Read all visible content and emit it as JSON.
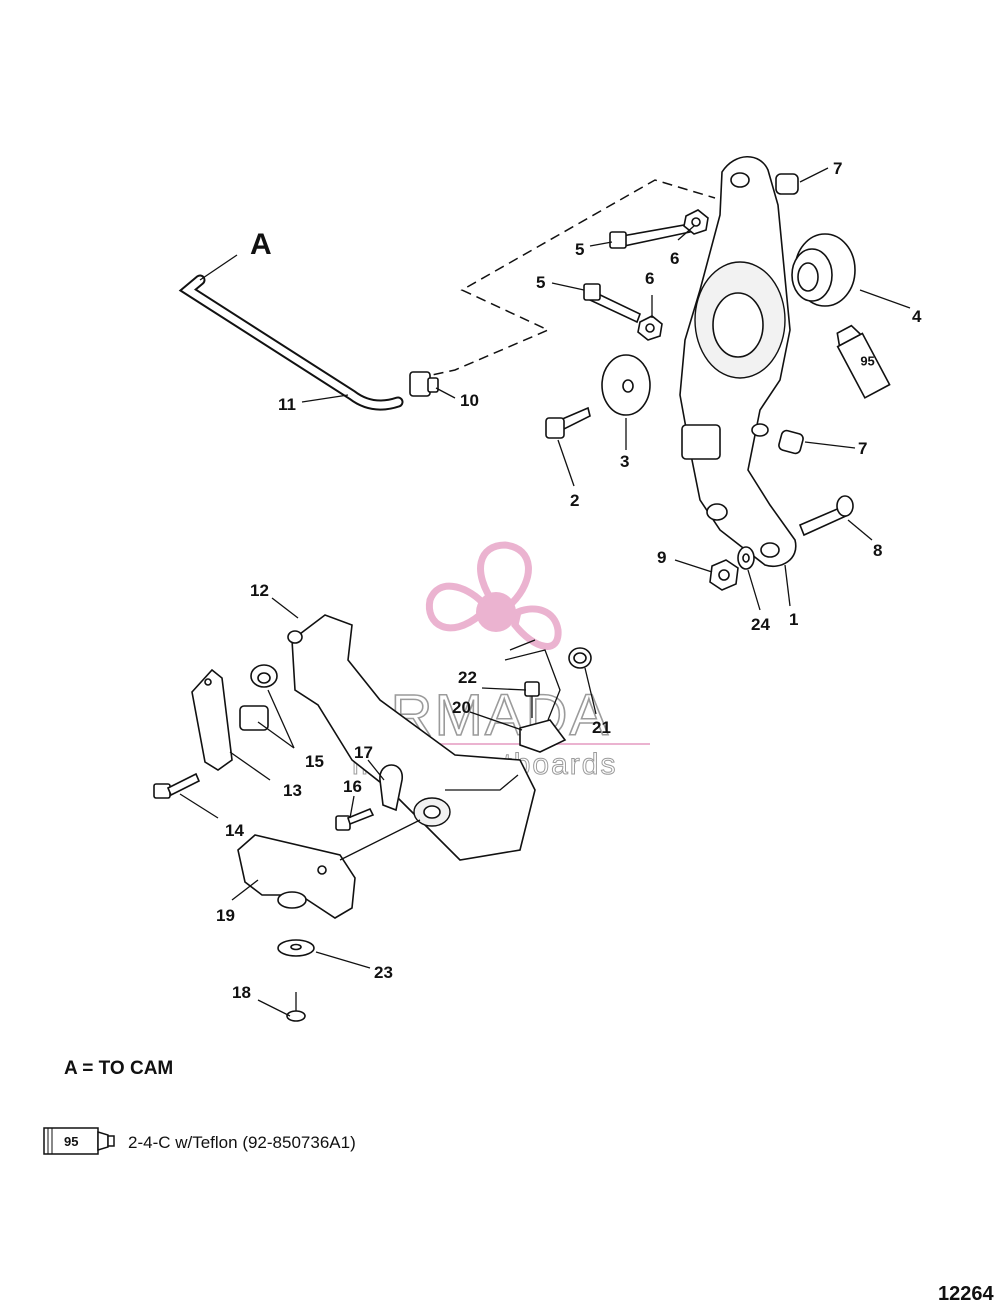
{
  "labels": {
    "A": "A",
    "p1": "1",
    "p2": "2",
    "p3": "3",
    "p4": "4",
    "p5a": "5",
    "p5b": "5",
    "p6a": "6",
    "p6b": "6",
    "p7a": "7",
    "p7b": "7",
    "p8": "8",
    "p9": "9",
    "p10": "10",
    "p11": "11",
    "p12": "12",
    "p13": "13",
    "p14": "14",
    "p15": "15",
    "p16": "16",
    "p17": "17",
    "p18": "18",
    "p19": "19",
    "p20": "20",
    "p21": "21",
    "p22": "22",
    "p23": "23",
    "p24": "24"
  },
  "tube_code": "95",
  "watermark": {
    "brand": "ARMADA",
    "tagline": "marine outboards",
    "color": "#e8a6c8",
    "text_color": "#8a8a8a"
  },
  "note": "A = TO CAM",
  "legend": {
    "tube_code": "95",
    "text": "2-4-C w/Teflon (92-850736A1)"
  },
  "catalog_number": "12264"
}
